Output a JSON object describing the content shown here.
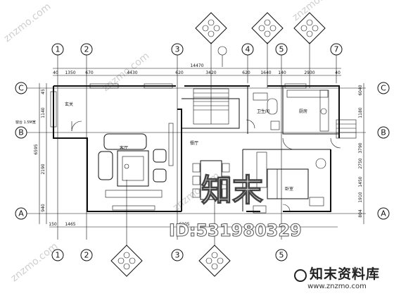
{
  "axes": {
    "top": [
      "1",
      "2",
      "3",
      "4",
      "5",
      "7"
    ],
    "bottom": [
      "1",
      "2",
      "3",
      "5"
    ],
    "left": [
      "C",
      "B",
      "A"
    ],
    "right": [
      "C",
      "B",
      "A"
    ]
  },
  "dimensions": {
    "top_total": "14470",
    "top_segments": [
      "40",
      "1350",
      "670",
      "4430",
      "620",
      "3420",
      "620",
      "1640",
      "140",
      "2930",
      "40"
    ],
    "bottom_segments": [
      "150",
      "1465",
      "6205"
    ],
    "left_total": "6595",
    "left_segments": [
      "45",
      "2190",
      "1140",
      "940"
    ],
    "right_segments": [
      "6040",
      "1180",
      "3790",
      "2750",
      "1450",
      "1910",
      "804"
    ]
  },
  "rooms": {
    "entrance_note": "玄关",
    "living": "客厅",
    "dining": "餐厅",
    "kitchen": "厨房",
    "bath": "卫生间",
    "bed": "卧室",
    "sill": "窗台 1.5M宽"
  },
  "watermark": {
    "id_text": "ID:531980329",
    "logo_text": "知末",
    "diag_text": "znzmo.com"
  },
  "brand": {
    "name": "知末资料库",
    "url": "www.znzmo.com"
  },
  "colors": {
    "line": "#111111",
    "background": "#ffffff"
  }
}
